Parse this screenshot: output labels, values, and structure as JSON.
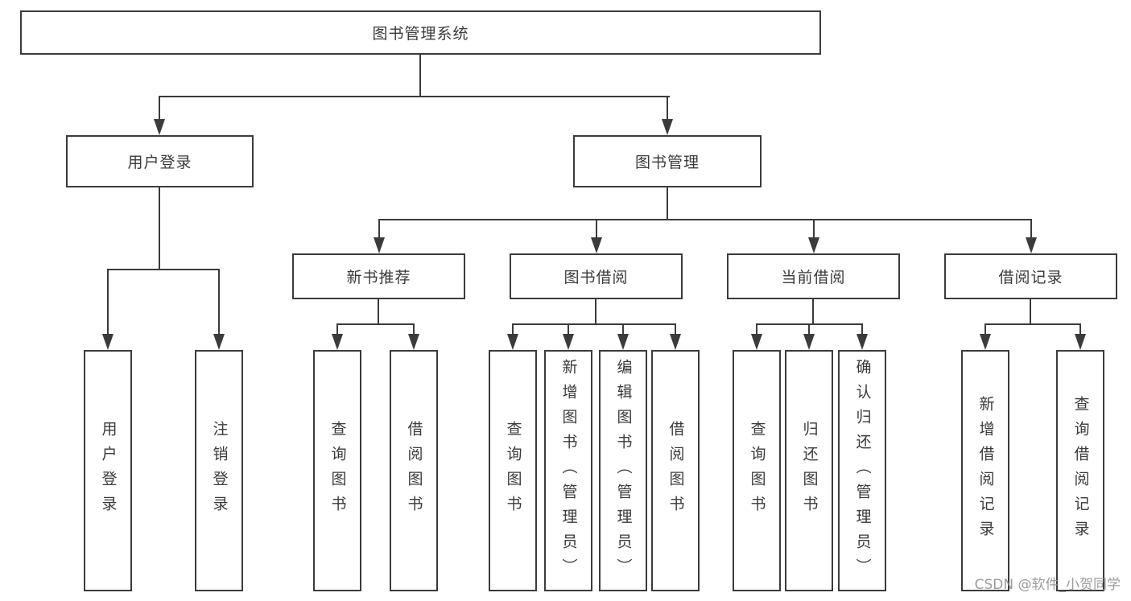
{
  "diagram_title": "图书管理系统",
  "nodes": {
    "root": "图书管理系统",
    "user_login": "用户登录",
    "book_mgmt": "图书管理",
    "new_books": "新书推荐",
    "book_borrow": "图书借阅",
    "current_borrow": "当前借阅",
    "borrow_records": "借阅记录",
    "leaf_user_login": "用户登录",
    "leaf_logout": "注销登录",
    "leaf_nb_query": "查询图书",
    "leaf_nb_borrow": "借阅图书",
    "leaf_bb_query": "查询图书",
    "leaf_bb_add": "新增图书（管理员）",
    "leaf_bb_edit": "编辑图书（管理员）",
    "leaf_bb_borrow": "借阅图书",
    "leaf_cb_query": "查询图书",
    "leaf_cb_return": "归还图书",
    "leaf_cb_confirm": "确认归还（管理员）",
    "leaf_br_add": "新增借阅记录",
    "leaf_br_query": "查询借阅记录"
  },
  "watermark": "CSDN @软件_小贺同学",
  "colors": {
    "line": "#3b3b3b",
    "text": "#3a3a3a",
    "box_fill": "#ffffff",
    "watermark": "#919191"
  }
}
